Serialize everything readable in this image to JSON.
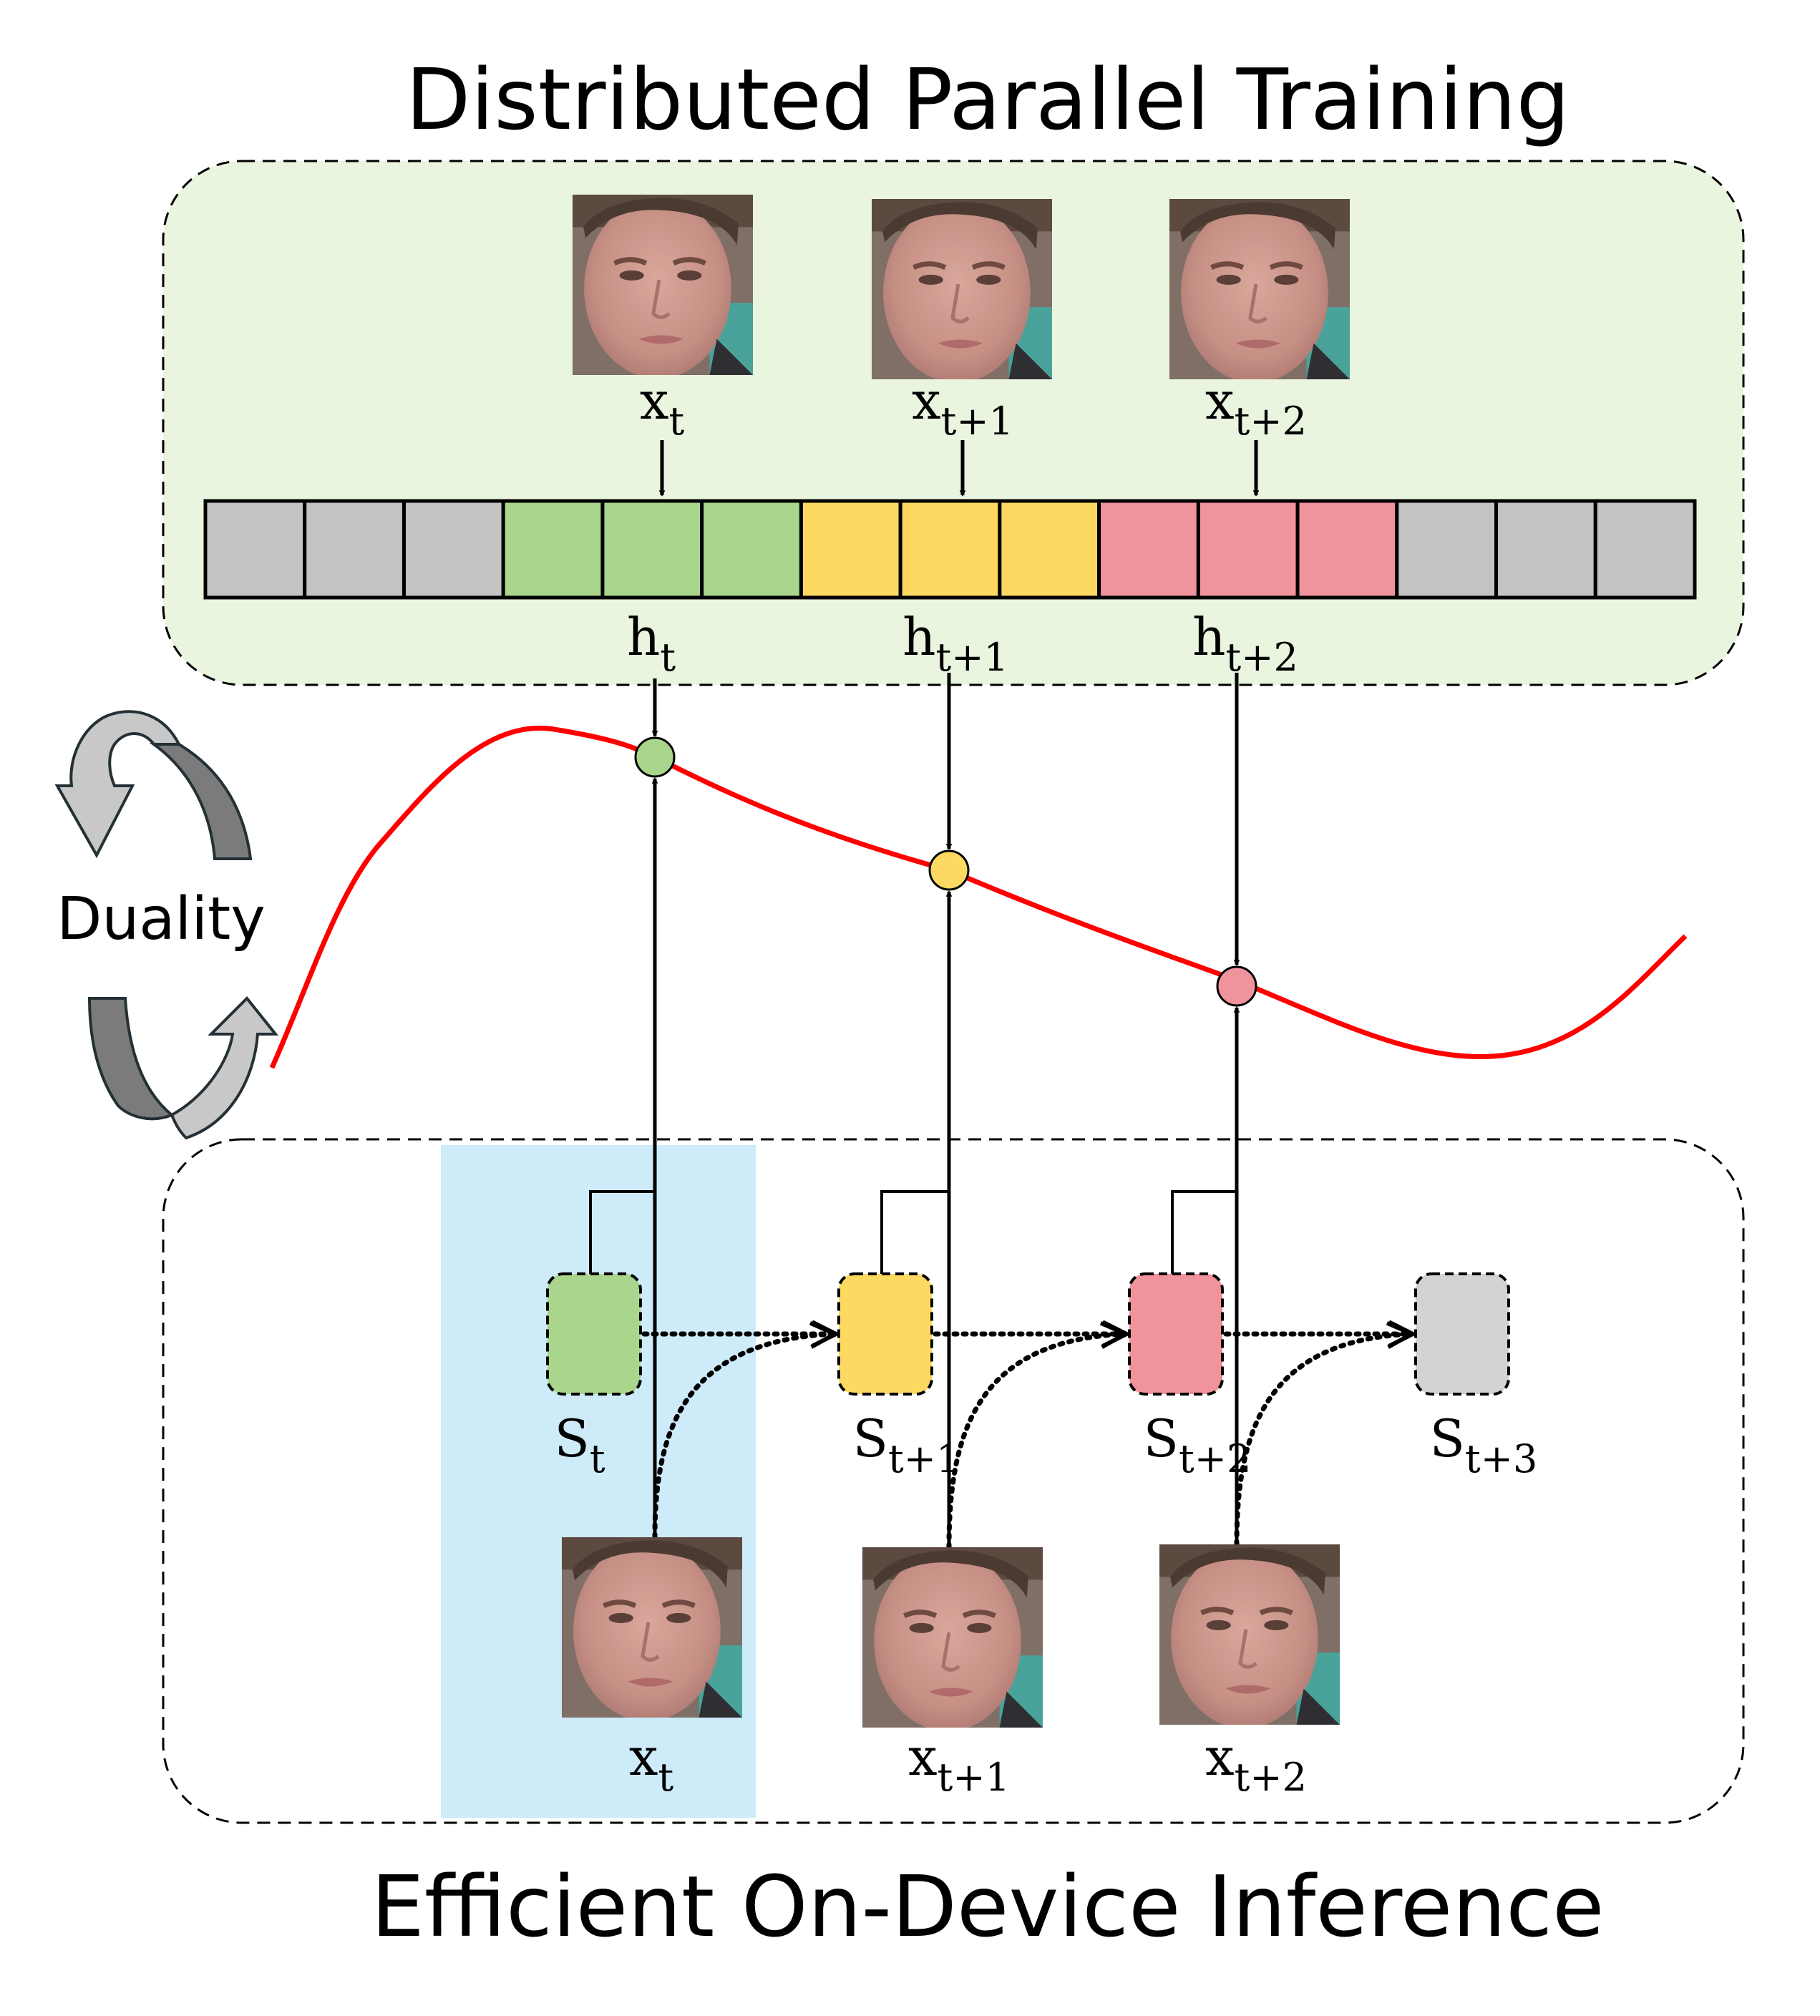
{
  "top_title": "Distributed Parallel Training",
  "bottom_title": "Efficient On-Device Inference",
  "duality_label": "Duality",
  "colors": {
    "green_panel": "#e9f5df",
    "highlight_blue": "#cdebf9",
    "green": "#a9d68c",
    "yellow": "#fdd961",
    "pink": "#f0939c",
    "gray": "#c3c3c3",
    "light_gray": "#d3d3d3",
    "curve": "#ff0000"
  },
  "training": {
    "inputs": [
      {
        "base": "x",
        "sub": "t",
        "icon": "face-image"
      },
      {
        "base": "x",
        "sub": "t+1",
        "icon": "face-image"
      },
      {
        "base": "x",
        "sub": "t+2",
        "icon": "face-image"
      }
    ],
    "sequence_cells": [
      "gray",
      "gray",
      "gray",
      "green",
      "green",
      "green",
      "yellow",
      "yellow",
      "yellow",
      "pink",
      "pink",
      "pink",
      "gray",
      "gray",
      "gray"
    ],
    "outputs": [
      {
        "base": "h",
        "sub": "t"
      },
      {
        "base": "h",
        "sub": "t+1"
      },
      {
        "base": "h",
        "sub": "t+2"
      }
    ]
  },
  "inference": {
    "states": [
      {
        "base": "S",
        "sub": "t",
        "color": "green"
      },
      {
        "base": "S",
        "sub": "t+1",
        "color": "yellow"
      },
      {
        "base": "S",
        "sub": "t+2",
        "color": "pink"
      },
      {
        "base": "S",
        "sub": "t+3",
        "color": "light_gray"
      }
    ],
    "inputs": [
      {
        "base": "x",
        "sub": "t",
        "icon": "face-image"
      },
      {
        "base": "x",
        "sub": "t+1",
        "icon": "face-image"
      },
      {
        "base": "x",
        "sub": "t+2",
        "icon": "face-image"
      }
    ]
  }
}
